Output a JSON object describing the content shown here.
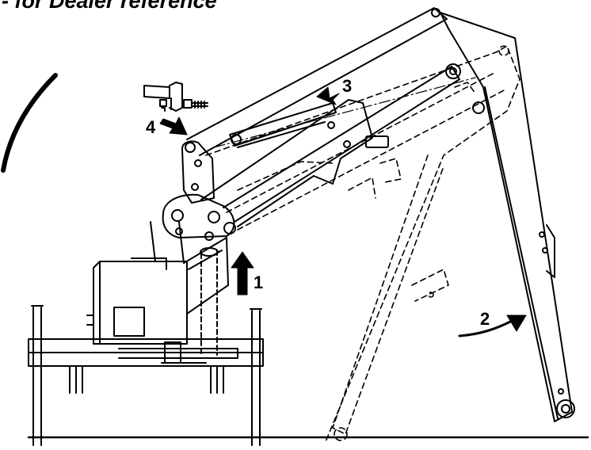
{
  "heading": "- for Dealer reference",
  "callouts": {
    "one": "1",
    "two": "2",
    "three": "3",
    "four": "4"
  },
  "colors": {
    "ink": "#000000",
    "paper": "#ffffff"
  }
}
